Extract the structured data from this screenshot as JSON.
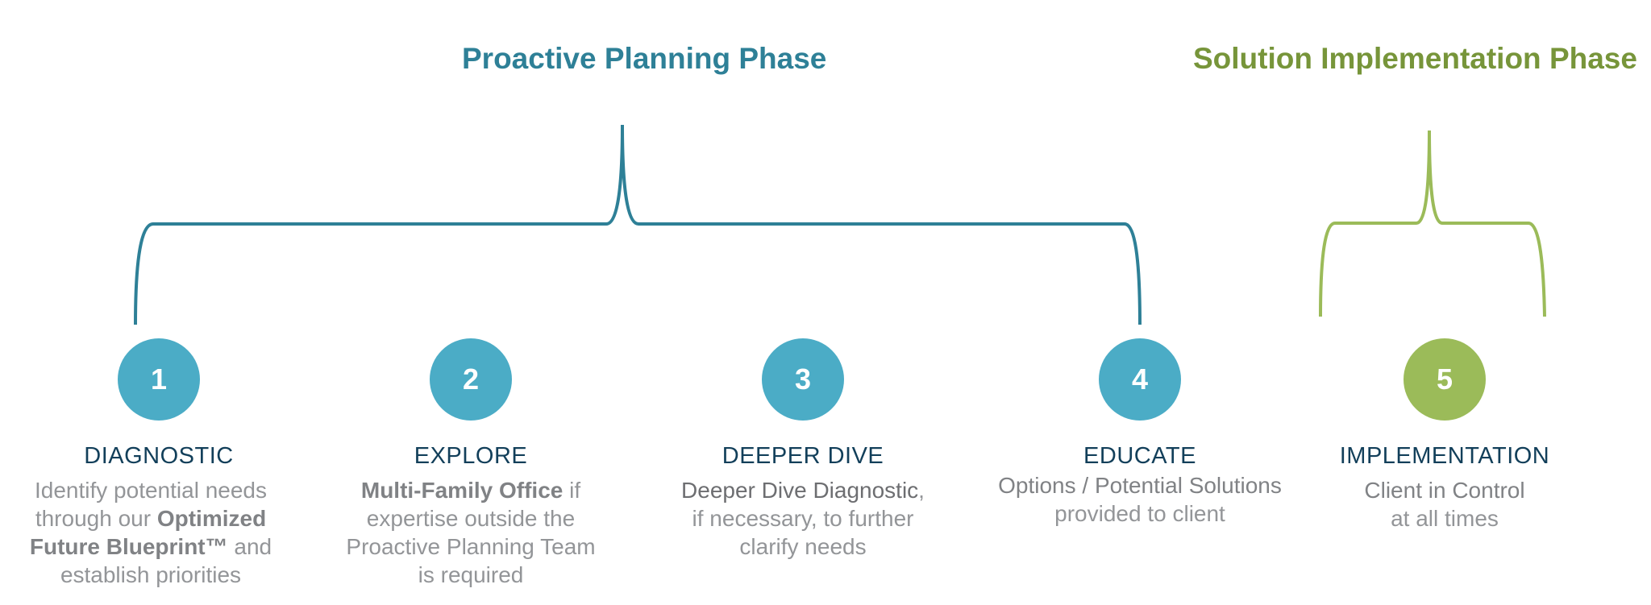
{
  "colors": {
    "planning": "#2e8097",
    "implementation": "#77953a",
    "step_blue": "#4bacc6",
    "step_green": "#9bbb59",
    "brace_green": "#9bbb59",
    "title": "#123f5a",
    "body": "#939598"
  },
  "phases": {
    "planning": "Proactive Planning Phase",
    "implementation": "Solution Implementation Phase"
  },
  "steps": [
    {
      "number": "1",
      "title": "DIAGNOSTIC",
      "desc": {
        "l1": "Identify potential needs",
        "l2a": "through our ",
        "l2b": "Optimized",
        "l3a": "Future Blueprint™",
        "l3b": " and",
        "l4": "establish priorities"
      }
    },
    {
      "number": "2",
      "title": "EXPLORE",
      "desc": {
        "l1a": "Multi-Family Office",
        "l1b": " if",
        "l2": "expertise outside the",
        "l3": "Proactive Planning Team",
        "l4": "is required"
      }
    },
    {
      "number": "3",
      "title": "DEEPER DIVE",
      "desc": {
        "l1a": "Deeper Dive Diagnostic",
        "l1b": ",",
        "l2": "if necessary, to further",
        "l3": "clarify needs"
      }
    },
    {
      "number": "4",
      "title": "EDUCATE",
      "desc": {
        "l1": "Options / Potential Solutions",
        "l2": "provided to client"
      }
    },
    {
      "number": "5",
      "title": "IMPLEMENTATION",
      "desc": {
        "l1": "Client in Control",
        "l2": "at all times"
      }
    }
  ]
}
